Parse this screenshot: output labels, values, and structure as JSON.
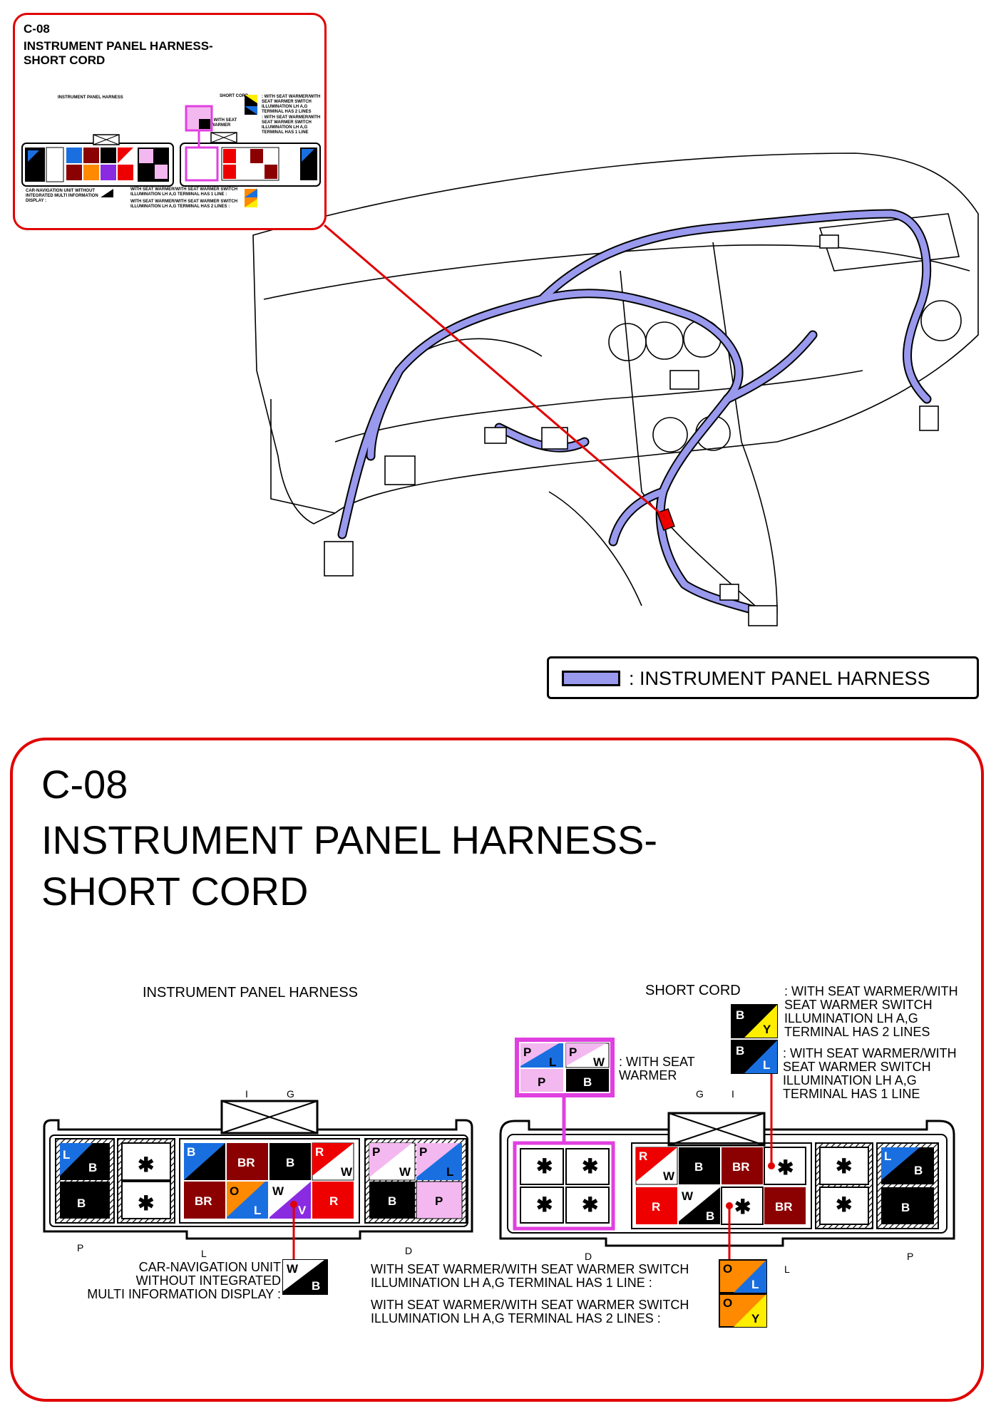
{
  "thumbnail": {
    "code": "C-08",
    "title": "INSTRUMENT PANEL HARNESS-SHORT CORD",
    "title_line1": "INSTRUMENT PANEL HARNESS-",
    "title_line2": "SHORT CORD",
    "harness_label": "INSTRUMENT PANEL HARNESS",
    "short_cord_label": "SHORT CORD",
    "note_2lines": ": WITH SEAT WARMER/WITH SEAT WARMER SWITCH ILLUMINATION LH A,G TERMINAL HAS 2 LINES",
    "note_1line": ": WITH SEAT WARMER/WITH SEAT WARMER SWITCH ILLUMINATION LH A,G TERMINAL HAS 1 LINE",
    "seat_warmer": ": WITH SEAT WARMER",
    "car_nav": "CAR-NAVIGATION UNIT WITHOUT INTEGRATED MULTI INFORMATION DISPLAY :",
    "bottom_1line": "WITH SEAT WARMER/WITH SEAT WARMER SWITCH ILLUMINATION LH A,G TERMINAL HAS 1 LINE :",
    "bottom_2lines": "WITH SEAT WARMER/WITH SEAT WARMER SWITCH ILLUMINATION LH A,G TERMINAL HAS 2 LINES :"
  },
  "legend": {
    "label": ": INSTRUMENT PANEL HARNESS",
    "color": "#9999ee"
  },
  "detail": {
    "code": "C-08",
    "title_line1": "INSTRUMENT PANEL HARNESS-",
    "title_line2": "SHORT CORD",
    "left_connector_label": "INSTRUMENT PANEL HARNESS",
    "right_connector_label": "SHORT CORD",
    "note_2lines": [
      ": WITH SEAT WARMER/WITH",
      "SEAT WARMER SWITCH",
      "ILLUMINATION LH A,G",
      "TERMINAL HAS 2 LINES"
    ],
    "note_1line": [
      ": WITH SEAT WARMER/WITH",
      "SEAT WARMER SWITCH",
      "ILLUMINATION LH A,G",
      "TERMINAL HAS 1 LINE"
    ],
    "seat_warmer": [
      ": WITH SEAT",
      "WARMER"
    ],
    "car_nav": [
      "CAR-NAVIGATION UNIT",
      "WITHOUT INTEGRATED",
      "MULTI INFORMATION DISPLAY :"
    ],
    "bottom_1line": [
      "WITH SEAT WARMER/WITH SEAT WARMER SWITCH",
      "ILLUMINATION LH A,G TERMINAL HAS 1 LINE :"
    ],
    "bottom_2lines": [
      "WITH SEAT WARMER/WITH SEAT WARMER SWITCH",
      "ILLUMINATION LH A,G TERMINAL HAS 2 LINES :"
    ],
    "pins": {
      "I": "I",
      "G": "G",
      "P": "P",
      "L": "L",
      "D": "D"
    }
  },
  "wire_colors": {
    "B": "#000000",
    "L": "#1a6fe0",
    "BR": "#8b0000",
    "R": "#ee0000",
    "W": "#ffffff",
    "O": "#ff8a00",
    "V": "#8a2be2",
    "P": "#f4b8f0",
    "Y": "#ffee00",
    "harness": "#9999ee",
    "accent": "#e00000",
    "highlight": "#e040e0"
  },
  "wire_codes": {
    "B": "B",
    "L": "L",
    "BR": "BR",
    "R": "R",
    "W": "W",
    "O": "O",
    "V": "V",
    "P": "P",
    "Y": "Y",
    "star": "✱"
  }
}
